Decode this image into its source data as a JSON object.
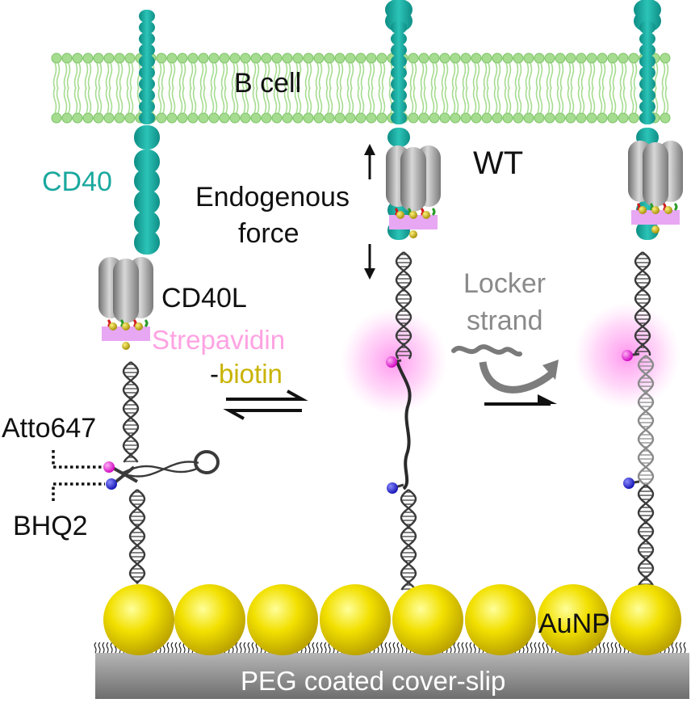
{
  "labels": {
    "b_cell": "B cell",
    "cd40": "CD40",
    "wt": "WT",
    "endogenous": "Endogenous",
    "force": "force",
    "cd40l": "CD40L",
    "strepavidin": "Strepavidin",
    "biotin_prefix": "-",
    "biotin": "biotin",
    "locker": "Locker",
    "strand": "strand",
    "atto647": "Atto647",
    "bhq2": "BHQ2",
    "aunp": "AuNP",
    "coverslip": "PEG coated cover-slip"
  },
  "colors": {
    "membrane": "#a8dd92",
    "cd40": "#1eaaa0",
    "cd40l": "#9a9a9a",
    "strepavidin_text": "#ff9ee0",
    "streptavidin_box": "#e9a6f2",
    "biotin": "#c9b400",
    "atto647": "#e020d0",
    "bhq2": "#2a2ad8",
    "aunp": "#f0e000",
    "dna": "#3a3a3a",
    "locker": "#8c8c8c",
    "coverslip": "#8a8a8a",
    "text": "#111111"
  },
  "icons": [
    "double-harpoon-arrow",
    "up-arrow",
    "down-arrow",
    "curved-arrow",
    "right-arrow"
  ]
}
